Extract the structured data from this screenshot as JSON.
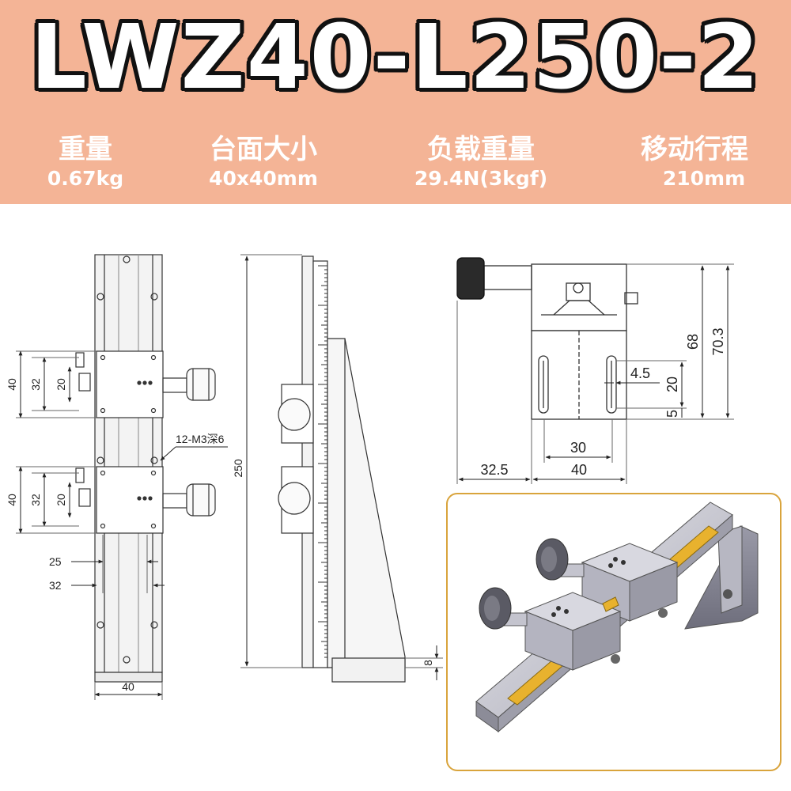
{
  "title": "LWZ40-L250-2",
  "specs": [
    {
      "label": "重量",
      "value": "0.67kg"
    },
    {
      "label": "台面大小",
      "value": "40x40mm"
    },
    {
      "label": "负载重量",
      "value": "29.4N(3kgf)"
    },
    {
      "label": "移动行程",
      "value": "210mm"
    }
  ],
  "front_view": {
    "dim_40_upper": "40",
    "dim_32_upper": "32",
    "dim_20_upper": "20",
    "dim_40_lower": "40",
    "dim_32_lower": "32",
    "dim_20_lower": "20",
    "hole_note": "12-M3深6",
    "dim_25": "25",
    "dim_32_bottom": "32",
    "dim_40_width": "40"
  },
  "side_view": {
    "dim_250": "250",
    "dim_8": "8"
  },
  "end_view": {
    "dim_68": "68",
    "dim_70_3": "70.3",
    "dim_4_5": "4.5",
    "dim_20": "20",
    "dim_5": "5",
    "dim_30": "30",
    "dim_32_5": "32.5",
    "dim_40": "40"
  },
  "colors": {
    "banner": "#f4b496",
    "title_fill": "#ffffff",
    "title_outline": "#111111",
    "photo_border": "#d9a43c",
    "scale_yellow": "#e8b22e"
  }
}
